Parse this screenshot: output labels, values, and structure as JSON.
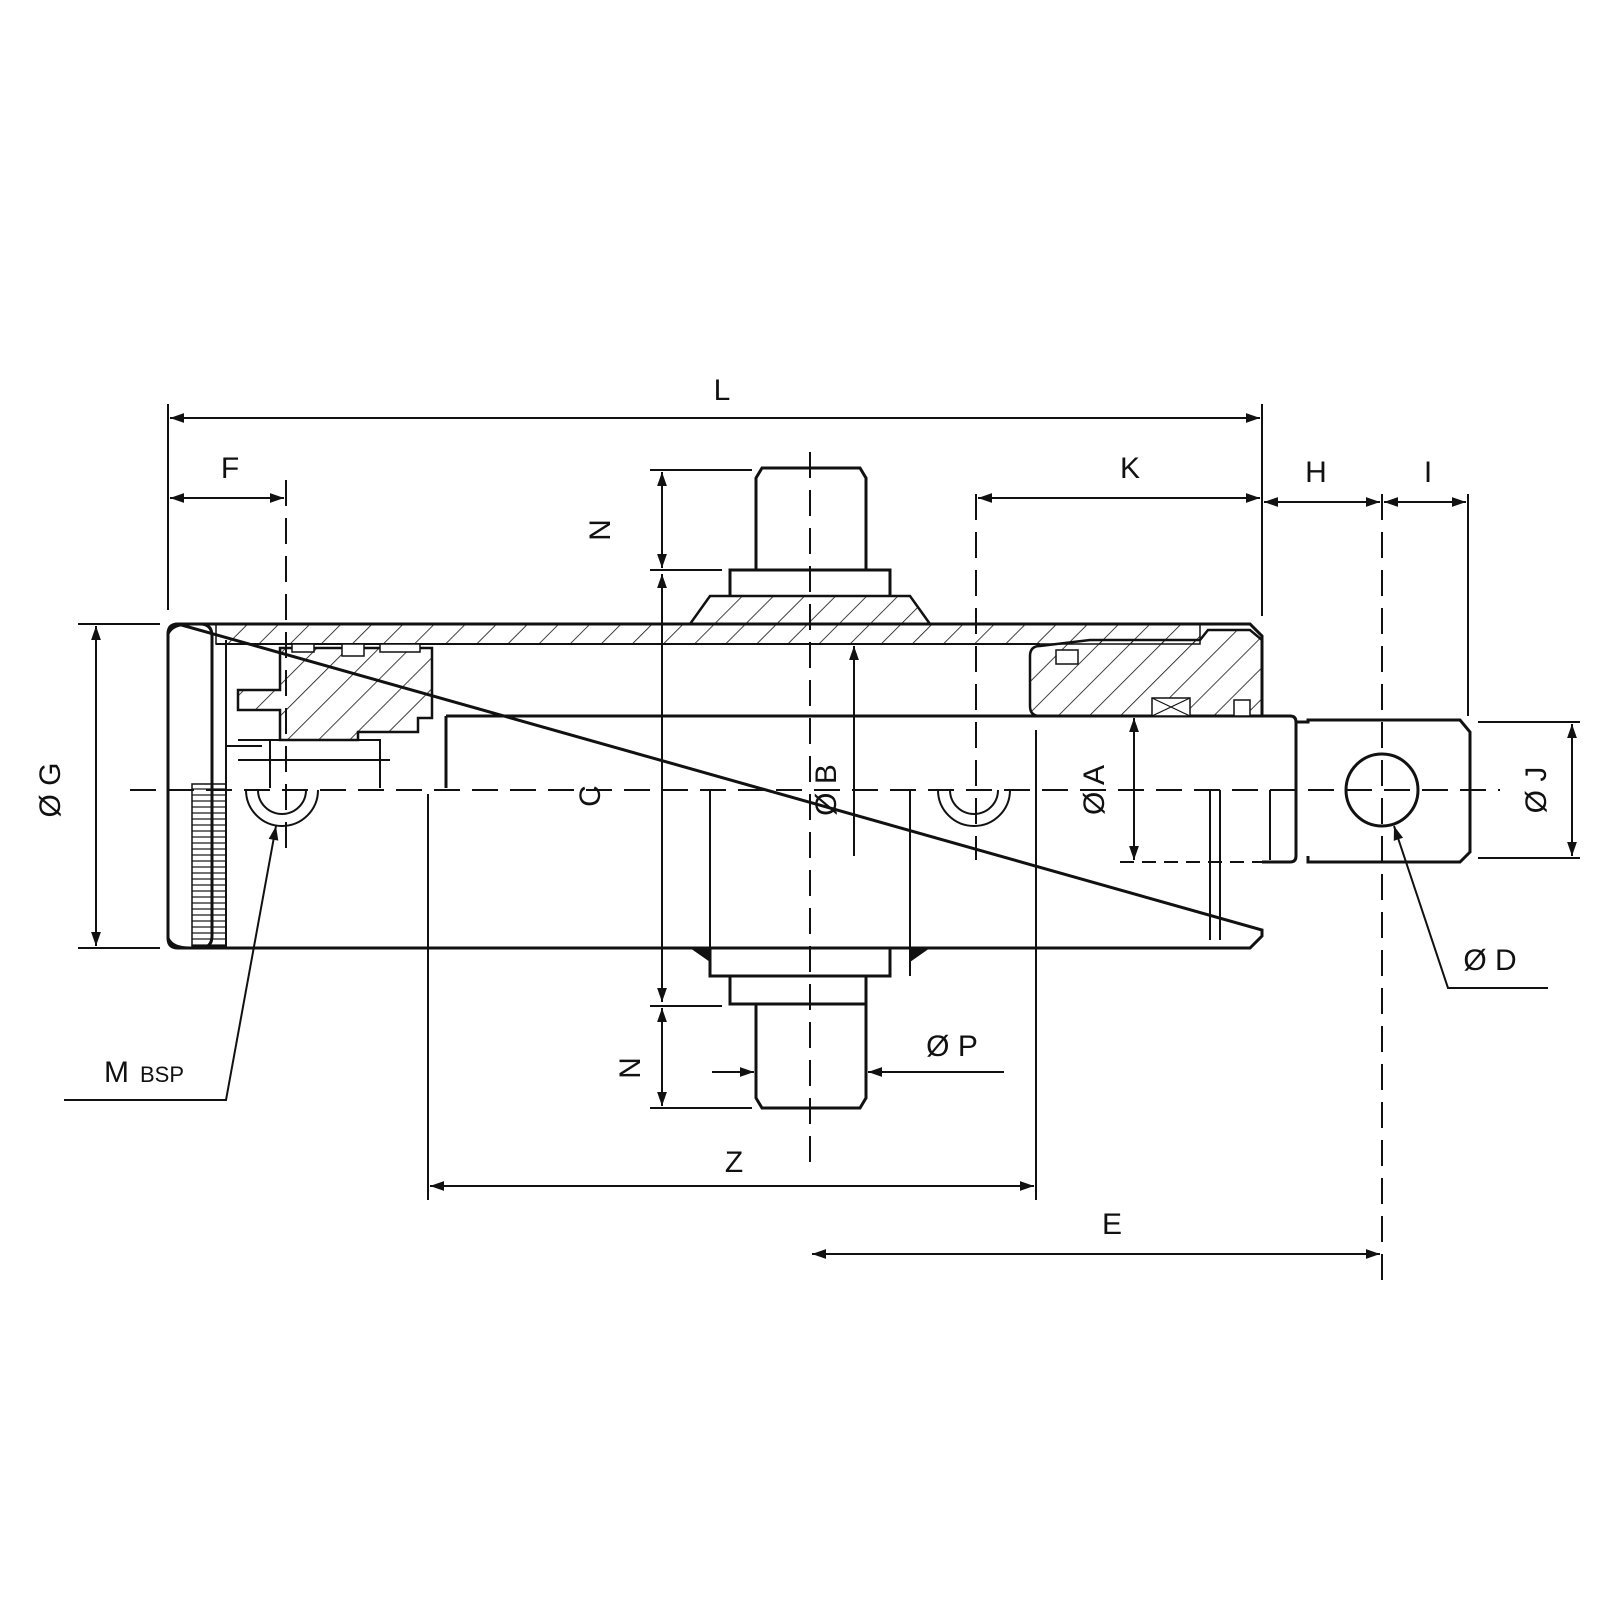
{
  "labels": {
    "L": "L",
    "F": "F",
    "N_top": "N",
    "K": "K",
    "H": "H",
    "I": "I",
    "G": "Ø G",
    "C": "C",
    "B": "Ø B",
    "A": "Ø A",
    "J": "Ø J",
    "D": "Ø D",
    "M": "M",
    "M_sub": "BSP",
    "N_bottom": "N",
    "P": "Ø P",
    "Z": "Z",
    "E": "E"
  }
}
